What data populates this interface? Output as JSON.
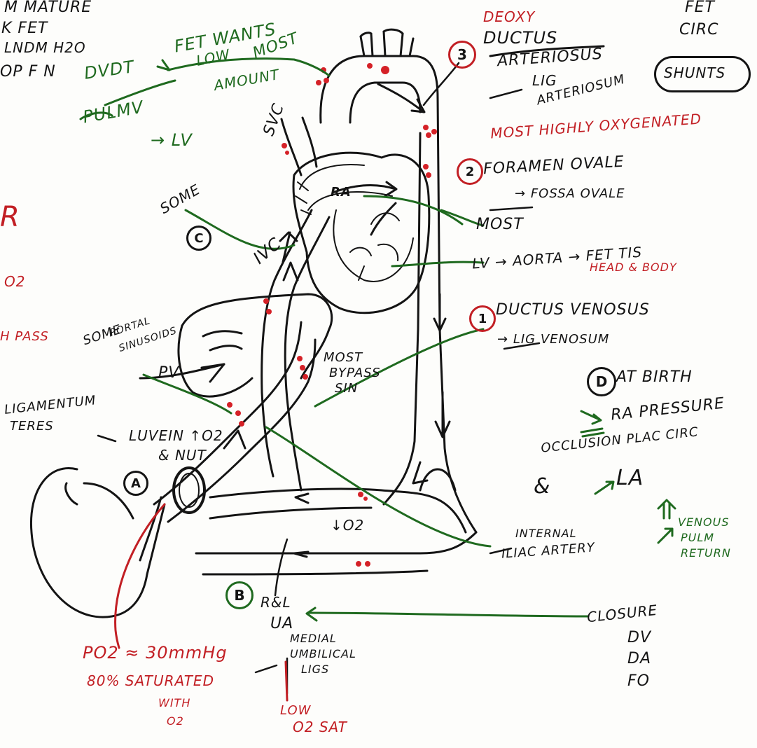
{
  "top_left_notes": {
    "line1": "M MATURE",
    "line2": "K FET",
    "line3": "LNDM H2O",
    "line4": "OP F N",
    "dvdt": "DVDT",
    "fet_wants": "FET WANTS",
    "low": "LOW",
    "most": "MOST",
    "amount": "AMOUNT",
    "pulmv": "PULMV",
    "to_lv": "LV",
    "arrow_glyph": "→"
  },
  "top_right": {
    "title_line1": "FET",
    "title_line2": "CIRC",
    "shunts": "SHUNTS"
  },
  "shunt_3": {
    "number": "3",
    "deoxy": "DEOXY",
    "name_line1": "DUCTUS",
    "name_line2": "ARTERIOSUS",
    "lig_line1": "LIG",
    "lig_line2": "ARTERIOSUM"
  },
  "most_highly": "MOST HIGHLY OXYGENATED",
  "shunt_2": {
    "number": "2",
    "name": "FORAMEN OVALE",
    "fossa": "FOSSA OVALE"
  },
  "heart": {
    "svc": "SVC",
    "ra": "RA",
    "ivc": "IVC",
    "most": "MOST",
    "lv_aorta": "LV → AORTA → FET TIS",
    "head_body": "HEAD & BODY"
  },
  "left_mid": {
    "some": "SOME",
    "c_label": "C",
    "red_r": "R",
    "red_o2": "O2",
    "red_bypass": "H PASS"
  },
  "shunt_1": {
    "number": "1",
    "name": "DUCTUS VENOSUS",
    "lig": "LIG VENOSUM"
  },
  "liver": {
    "some_line1": "SOME",
    "some_line2": "PORTAL",
    "some_line3": "SINUSOIDS",
    "pv": "PV",
    "most_bypass_line1": "MOST",
    "most_bypass_line2": "BYPASS",
    "most_bypass_line3": "SIN",
    "lig_teres_line1": "LIGAMENTUM",
    "lig_teres_line2": "TERES",
    "luv_line1": "LUVEIN ↑O2",
    "luv_line2": "& NUT",
    "a_label": "A"
  },
  "d_section": {
    "d_label": "D",
    "at_birth": "AT BIRTH",
    "ra_pressure": "RA PRESSURE",
    "occlusion": "OCCLUSION PLAC CIRC",
    "amp": "&",
    "la": "LA",
    "venous_line1": "VENOUS",
    "venous_line2": "PULM",
    "venous_line3": "RETURN"
  },
  "lower": {
    "down_o2": "↓O2",
    "internal_iliac_line1": "INTERNAL",
    "internal_iliac_line2": "ILIAC ARTERY",
    "b_label": "B",
    "rl_ua_line1": "R&L",
    "rl_ua_line2": "UA",
    "medial_line1": "MEDIAL",
    "medial_line2": "UMBILICAL",
    "medial_line3": "LIGS",
    "low_o2_line1": "LOW",
    "low_o2_line2": "O2 SAT",
    "po2": "PO2 ≈ 30mmHg",
    "sat_line1": "80% SATURATED",
    "sat_line2": "WITH",
    "sat_line3": "O2",
    "closure": "CLOSURE",
    "dv": "DV",
    "da": "DA",
    "fo": "FO"
  }
}
